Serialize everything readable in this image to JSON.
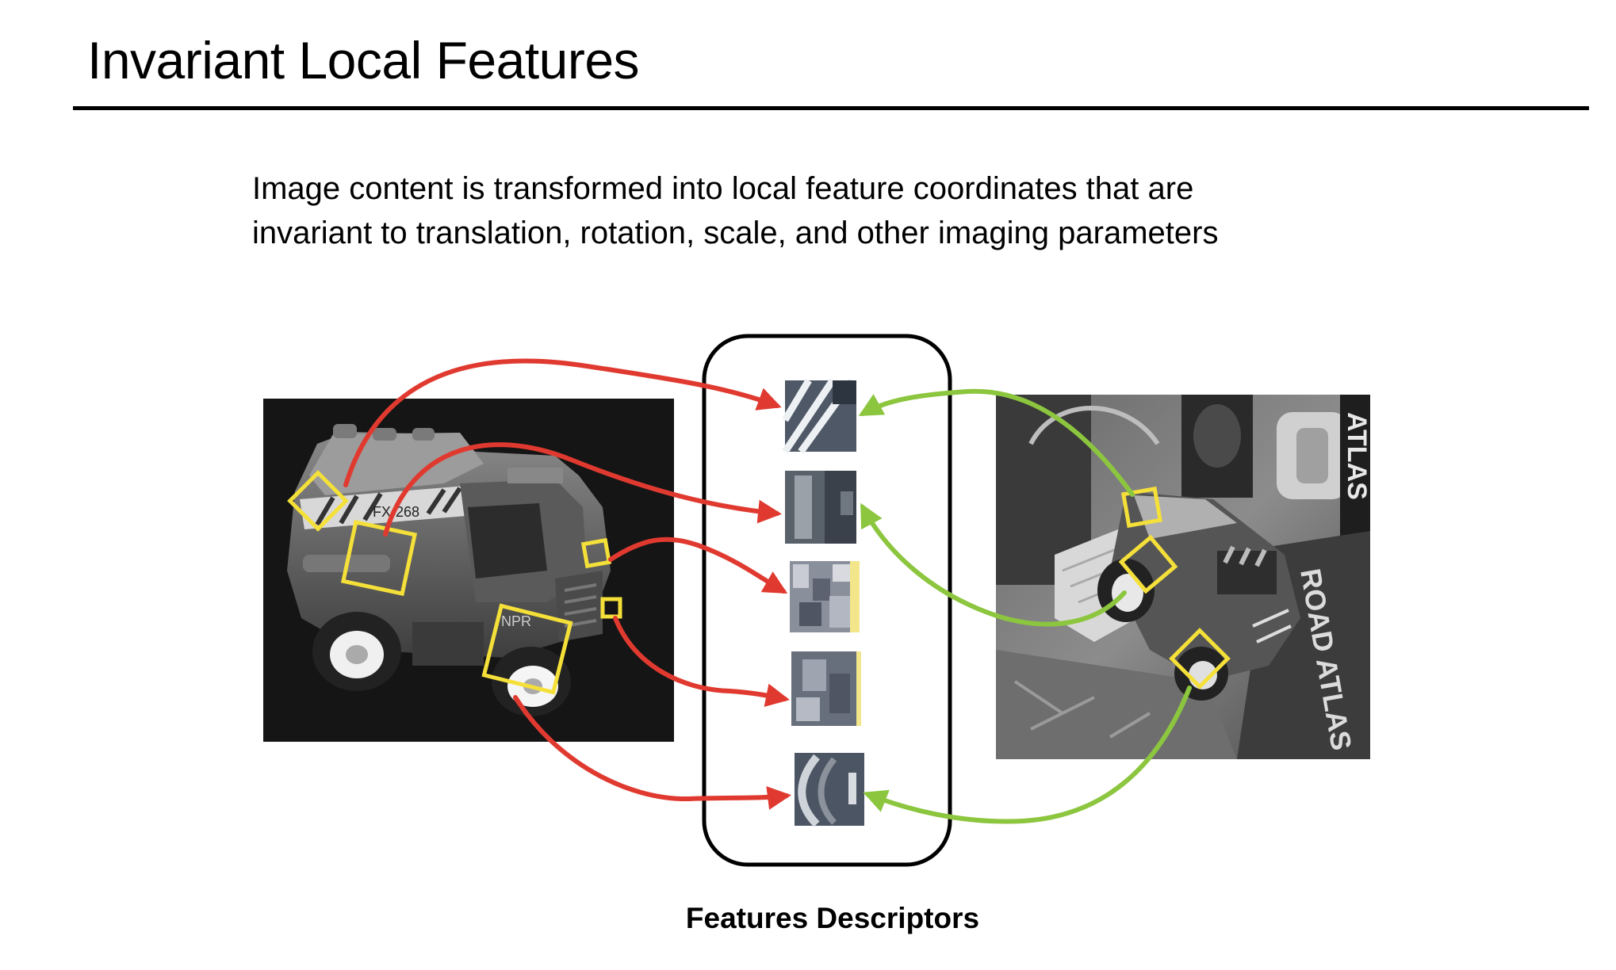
{
  "title": "Invariant Local Features",
  "subtitle": {
    "line1": "Image content is transformed into local feature coordinates that are",
    "line2": "invariant to translation, rotation, scale, and other imaging parameters"
  },
  "caption": "Features Descriptors",
  "colors": {
    "left_arrows": "#e03a30",
    "right_arrows": "#8cc63f",
    "feature_boxes": "#f5e03a",
    "descriptor_container": "#000000"
  },
  "left_image": {
    "label_text": "FX-268",
    "label_text_2": "NPR"
  },
  "right_image": {
    "label_text": "ROAD ATLAS",
    "label_text_2": "ATLAS"
  },
  "descriptor_count": 5
}
